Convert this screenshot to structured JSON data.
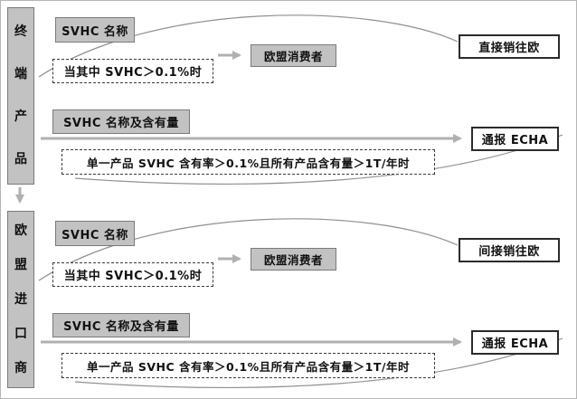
{
  "colors": {
    "gray_box_fill": "#c2c2c2",
    "gray_box_border": "#7a7a7a",
    "outline_box_border": "#2b2b2b",
    "dashed_border": "#3a3a3a",
    "arrow": "#b0b0b0",
    "curve": "#909090",
    "text": "#111111",
    "background": "#ffffff"
  },
  "sections": [
    {
      "actor": "终端产品",
      "svhc_name": "SVHC 名称",
      "consumer_condition": "当其中 SVHC＞0.1%时",
      "eu_consumer": "欧盟消费者",
      "route": "直接销往欧",
      "svhc_content": "SVHC 名称及含有量",
      "notify_condition": "单一产品 SVHC 含有率＞0.1%且所有产品含有量＞1T/年时",
      "notify": "通报 ECHA"
    },
    {
      "actor": "欧盟进口商",
      "svhc_name": "SVHC 名称",
      "consumer_condition": "当其中 SVHC＞0.1%时",
      "eu_consumer": "欧盟消费者",
      "route": "间接销往欧",
      "svhc_content": "SVHC 名称及含有量",
      "notify_condition": "单一产品 SVHC 含有率＞0.1%且所有产品含有量＞1T/年时",
      "notify": "通报 ECHA"
    }
  ]
}
